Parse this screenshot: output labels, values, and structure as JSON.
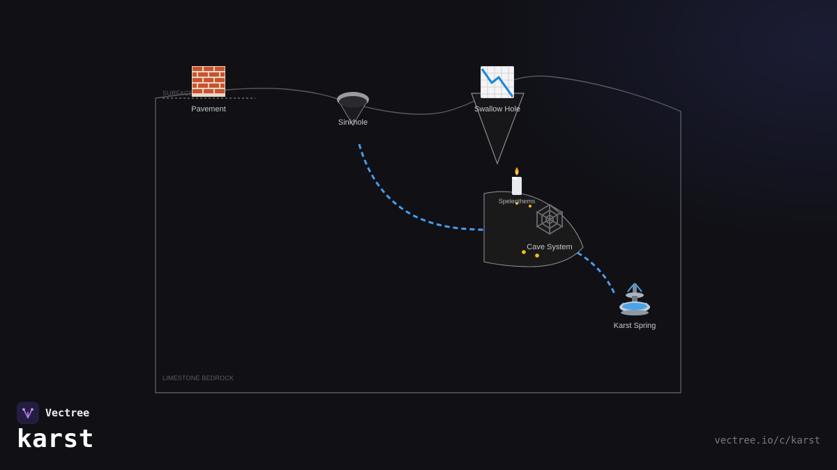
{
  "diagram": {
    "labels": {
      "surface": "SURFACE",
      "bedrock": "LIMESTONE BEDROCK"
    },
    "nodes": {
      "pavement": {
        "label": "Pavement",
        "icon": "brick-icon"
      },
      "sinkhole": {
        "label": "Sinkhole",
        "icon": "hole-icon"
      },
      "swallow_hole": {
        "label": "Swallow Hole",
        "icon": "chart-decreasing-icon"
      },
      "speleothems": {
        "label": "Speleothems",
        "icon": "candle-icon"
      },
      "cave_system": {
        "label": "Cave System",
        "icon": "spider-web-icon"
      },
      "karst_spring": {
        "label": "Karst Spring",
        "icon": "fountain-icon"
      }
    },
    "colors": {
      "water_flow": "#4a9ef0",
      "drip": "#f2c21b",
      "outline": "#6a6a70"
    }
  },
  "brand": {
    "name": "Vectree",
    "logo_icon": "vectree-logo-icon"
  },
  "footer": {
    "title": "karst",
    "url": "vectree.io/c/karst"
  }
}
